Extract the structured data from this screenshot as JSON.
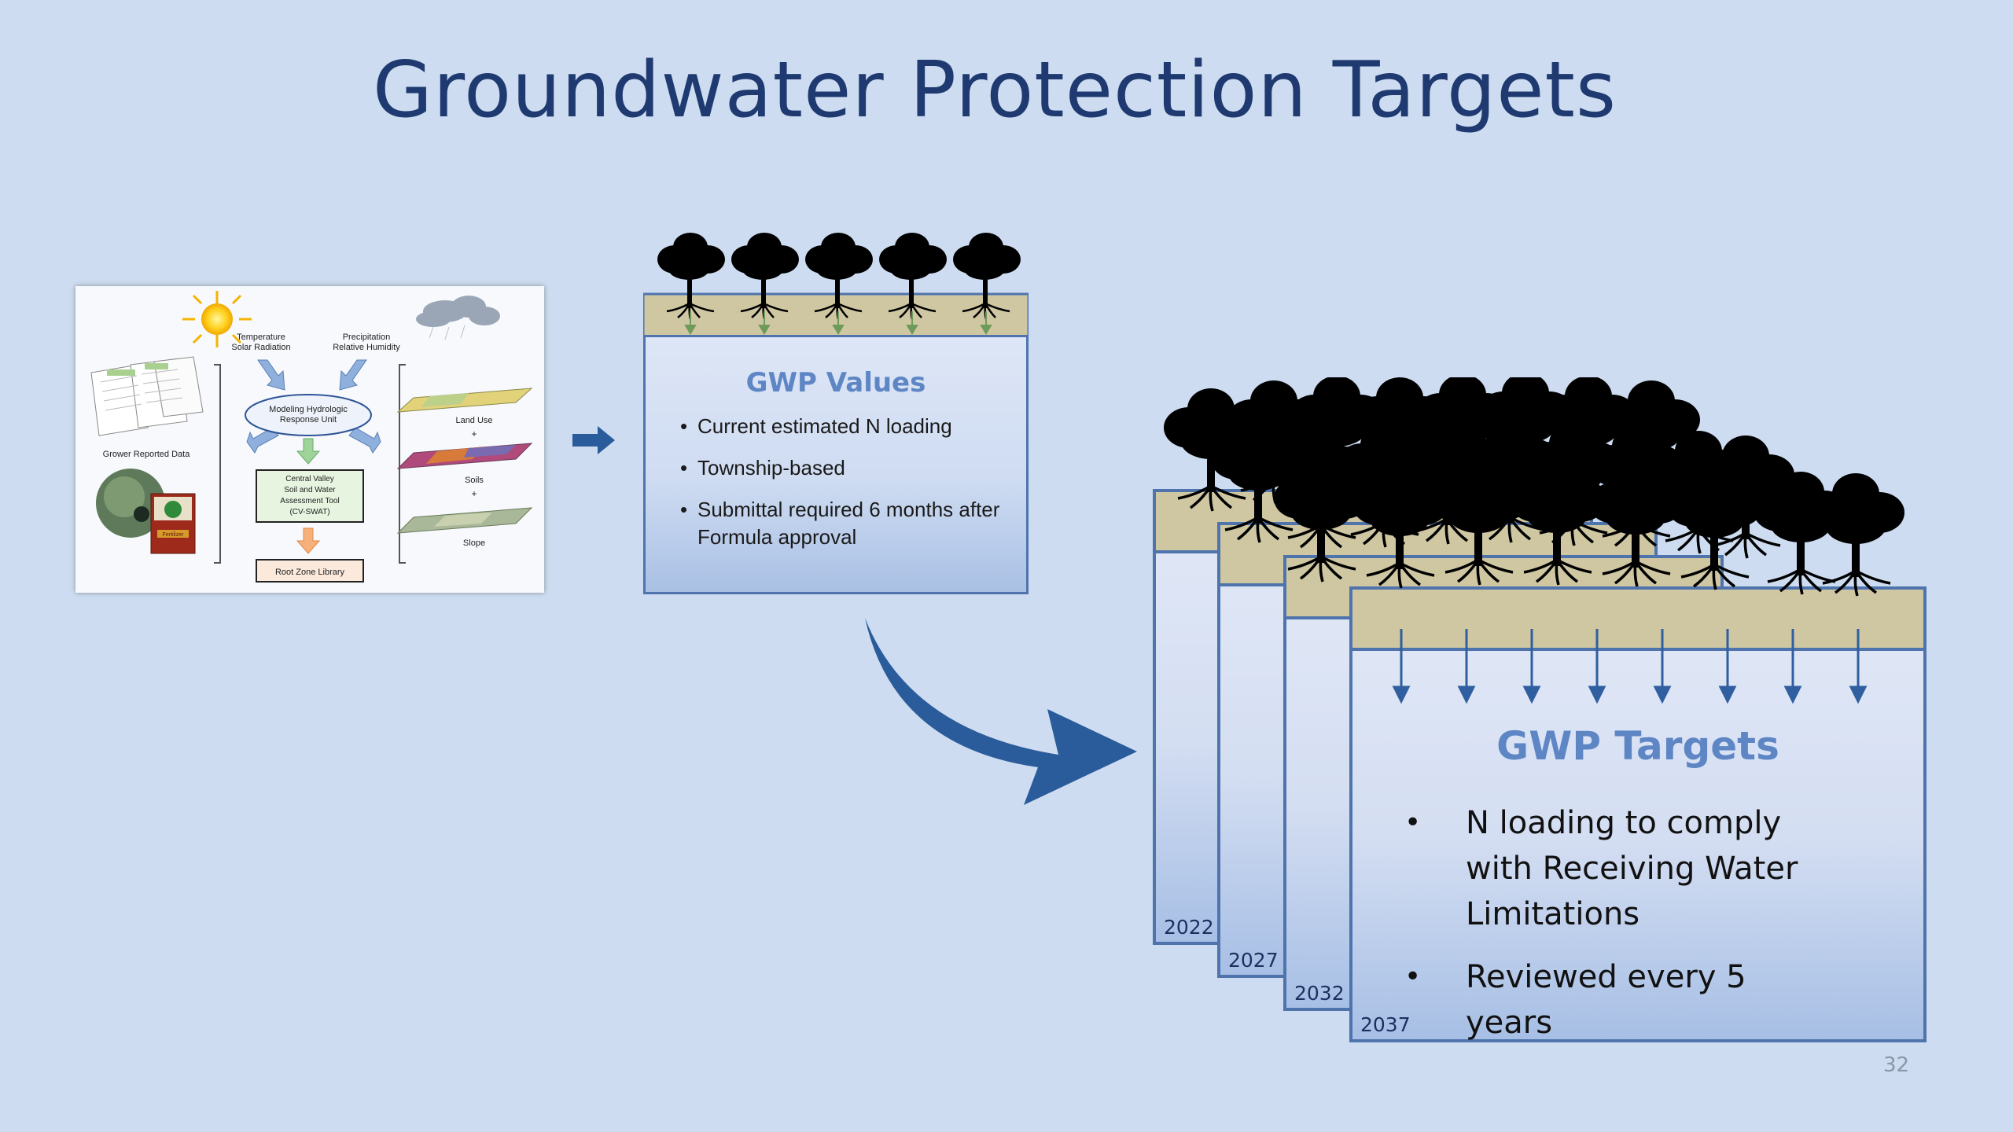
{
  "title": "Groundwater Protection Targets",
  "page_number": "32",
  "model_diagram": {
    "weather_left": [
      "Temperature",
      "Solar Radiation"
    ],
    "weather_right": [
      "Precipitation",
      "Relative Humidity"
    ],
    "hru": [
      "Modeling Hydrologic",
      "Response Unit"
    ],
    "grower_data": "Grower Reported Data",
    "cvswat": [
      "Central Valley",
      "Soil and Water",
      "Assessment Tool",
      "(CV-SWAT)"
    ],
    "root_zone": "Root Zone Library",
    "layers": [
      "Land Use",
      "+",
      "Soils",
      "+",
      "Slope"
    ],
    "fertilizer_label": "Fertilizer"
  },
  "gwp_values": {
    "heading": "GWP Values",
    "items": [
      "Current estimated N loading",
      "Township-based",
      "Submittal required 6 months after Formula approval"
    ]
  },
  "gwp_targets": {
    "heading": "GWP Targets",
    "years": [
      "2022",
      "2027",
      "2032",
      "2037"
    ],
    "items": [
      "N loading to comply with Receiving Water Limitations",
      "Reviewed every 5 years"
    ]
  },
  "colors": {
    "title": "#1f3a70",
    "accent_blue": "#2a5b9a",
    "heading_blue": "#5e86c5",
    "soil": "#cfc7a2",
    "background": "#cddcf0"
  }
}
